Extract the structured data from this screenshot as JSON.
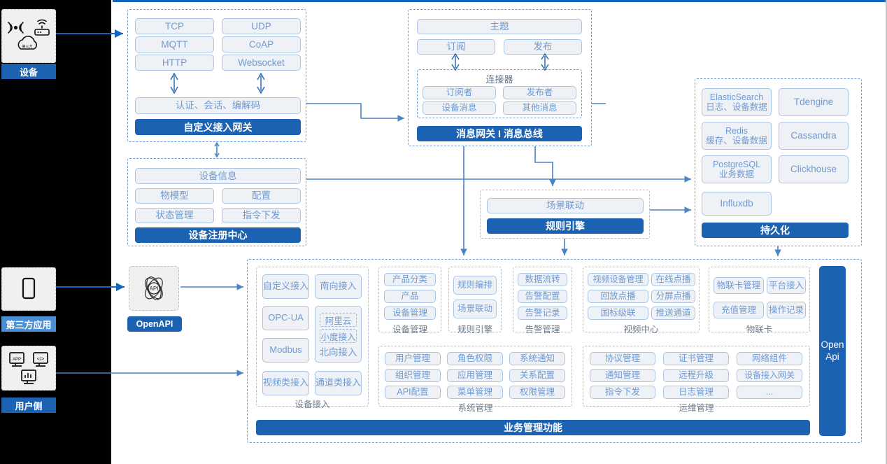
{
  "left_rail": {
    "items": [
      {
        "tag": "设备",
        "icons": [
          "wifi-signal-icon",
          "router-icon",
          "cloud-icon"
        ],
        "style": "dark"
      },
      {
        "tag": "第三方应用",
        "icons": [
          "mobile-phone-icon"
        ],
        "style": "light"
      },
      {
        "tag": "用户侧",
        "icons": [
          "app-window-icon",
          "code-window-icon",
          "dashboard-window-icon"
        ],
        "style": "dark"
      }
    ]
  },
  "gateway": {
    "protocols": [
      "TCP",
      "UDP",
      "MQTT",
      "CoAP",
      "HTTP",
      "Websocket"
    ],
    "middle": "认证、会话、编解码",
    "title": "自定义接入网关"
  },
  "message_bus": {
    "topic": "主题",
    "subscribe": "订阅",
    "publish": "发布",
    "connector_title": "连接器",
    "connector_items": [
      "订阅者",
      "发布者",
      "设备消息",
      "其他消息"
    ],
    "title": "消息网关 I 消息总线"
  },
  "registry": {
    "info": "设备信息",
    "items": [
      "物模型",
      "配置",
      "状态管理",
      "指令下发"
    ],
    "title": "设备注册中心"
  },
  "rules": {
    "scene": "场景联动",
    "title": "规则引擎"
  },
  "persistence": {
    "stores": [
      {
        "name": "ElasticSearch",
        "desc": "日志、设备数据"
      },
      {
        "name": "Tdengine",
        "desc": ""
      },
      {
        "name": "Redis",
        "desc": "缓存、设备数据"
      },
      {
        "name": "Cassandra",
        "desc": ""
      },
      {
        "name": "PostgreSQL",
        "desc": "业务数据"
      },
      {
        "name": "Clickhouse",
        "desc": ""
      },
      {
        "name": "Influxdb",
        "desc": ""
      }
    ],
    "title": "持久化"
  },
  "openapi": {
    "icon_label": "API",
    "tag": "OpenAPI",
    "vertical_line1": "Open",
    "vertical_line2": "Api"
  },
  "business": {
    "footer_title": "业务管理功能",
    "groups": [
      {
        "label": "设备接入",
        "kind": "access",
        "left_col": [
          "自定义接入",
          "OPC-UA",
          "Modbus",
          "视频类接入"
        ],
        "right_col": [
          "南向接入",
          "北向接入",
          "通道类接入"
        ],
        "dashed_items": [
          "阿里云",
          "小度接入"
        ]
      },
      {
        "label": "设备管理",
        "items": [
          "产品分类",
          "产品",
          "设备管理"
        ]
      },
      {
        "label": "规则引擎",
        "items": [
          "规则编排",
          "场景联动"
        ]
      },
      {
        "label": "告警管理",
        "items": [
          "数据流转",
          "告警配置",
          "告警记录"
        ]
      },
      {
        "label": "视频中心",
        "items": [
          "视频设备管理",
          "在线点播",
          "回放点播",
          "分屏点播",
          "国标级联",
          "推送通道"
        ]
      },
      {
        "label": "物联卡",
        "items": [
          "物联卡管理",
          "平台接入",
          "充值管理",
          "操作记录"
        ]
      },
      {
        "label": "系统管理",
        "items": [
          "用户管理",
          "角色权限",
          "系统通知",
          "组织管理",
          "应用管理",
          "关系配置",
          "API配置",
          "菜单管理",
          "权限管理"
        ]
      },
      {
        "label": "运维管理",
        "items": [
          "协议管理",
          "证书管理",
          "网络组件",
          "通知管理",
          "远程升级",
          "设备接入网关",
          "指令下发",
          "日志管理",
          "..."
        ]
      }
    ]
  },
  "colors": {
    "accent_blue": "#1c62b2",
    "pill_border": "#a9c4e4",
    "pill_fill": "#eef2f6",
    "pill_text": "#6f9ad3",
    "dash_blue": "#6c9bd6",
    "dash_gray": "#b9bfc7"
  }
}
